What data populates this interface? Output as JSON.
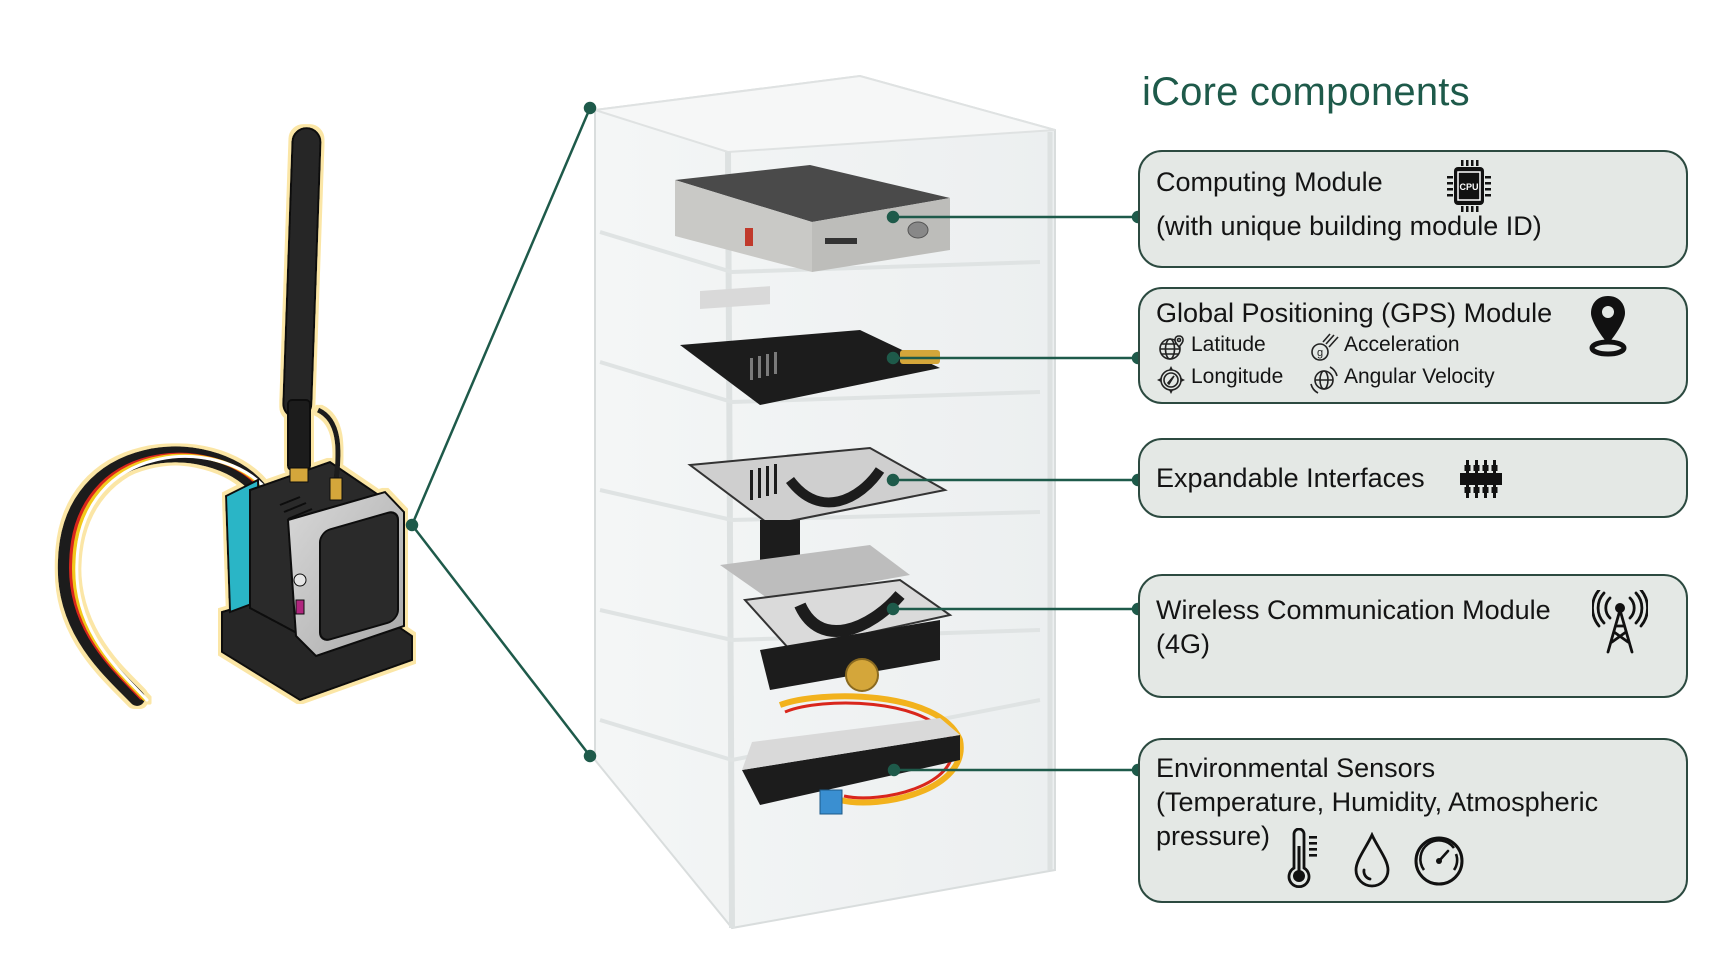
{
  "title": "iCore components",
  "colors": {
    "accent": "#1e5a4a",
    "connector": "#1e5a4a",
    "card_bg": "#e4e8e5",
    "card_border": "#2c4a40",
    "device_teal": "#2bb5c6",
    "device_body": "#2a2a2a",
    "device_silver": "#c9c9c9",
    "acrylic": "#eef1f1"
  },
  "components": [
    {
      "id": "computing",
      "lines": [
        "Computing Module",
        "(with unique building module ID)"
      ],
      "icon": "cpu-chip-icon",
      "icon_label": "CPU"
    },
    {
      "id": "gps",
      "lines": [
        "Global Positioning (GPS) Module"
      ],
      "icon": "location-pin-icon",
      "metrics": [
        {
          "label": "Latitude",
          "icon": "globe-pin-icon"
        },
        {
          "label": "Acceleration",
          "icon": "g-force-icon"
        },
        {
          "label": "Longitude",
          "icon": "compass-icon"
        },
        {
          "label": "Angular Velocity",
          "icon": "rotating-globe-icon"
        }
      ]
    },
    {
      "id": "expandable",
      "lines": [
        "Expandable Interfaces"
      ],
      "icon": "pin-header-icon"
    },
    {
      "id": "wireless",
      "lines": [
        "Wireless Communication Module",
        "(4G)"
      ],
      "icon": "cell-tower-icon"
    },
    {
      "id": "environmental",
      "lines": [
        "Environmental Sensors",
        "(Temperature, Humidity, Atmospheric",
        "pressure)"
      ],
      "icons": [
        "thermometer-icon",
        "water-drop-icon",
        "pressure-gauge-icon"
      ]
    }
  ],
  "device": {
    "name": "iCore assembled device",
    "parts": [
      "antenna",
      "cable-harness",
      "stacked-modules",
      "base"
    ]
  },
  "tower": {
    "name": "acrylic exploded stack",
    "layers": [
      "computing",
      "gps",
      "expandable",
      "wireless",
      "environmental"
    ]
  }
}
